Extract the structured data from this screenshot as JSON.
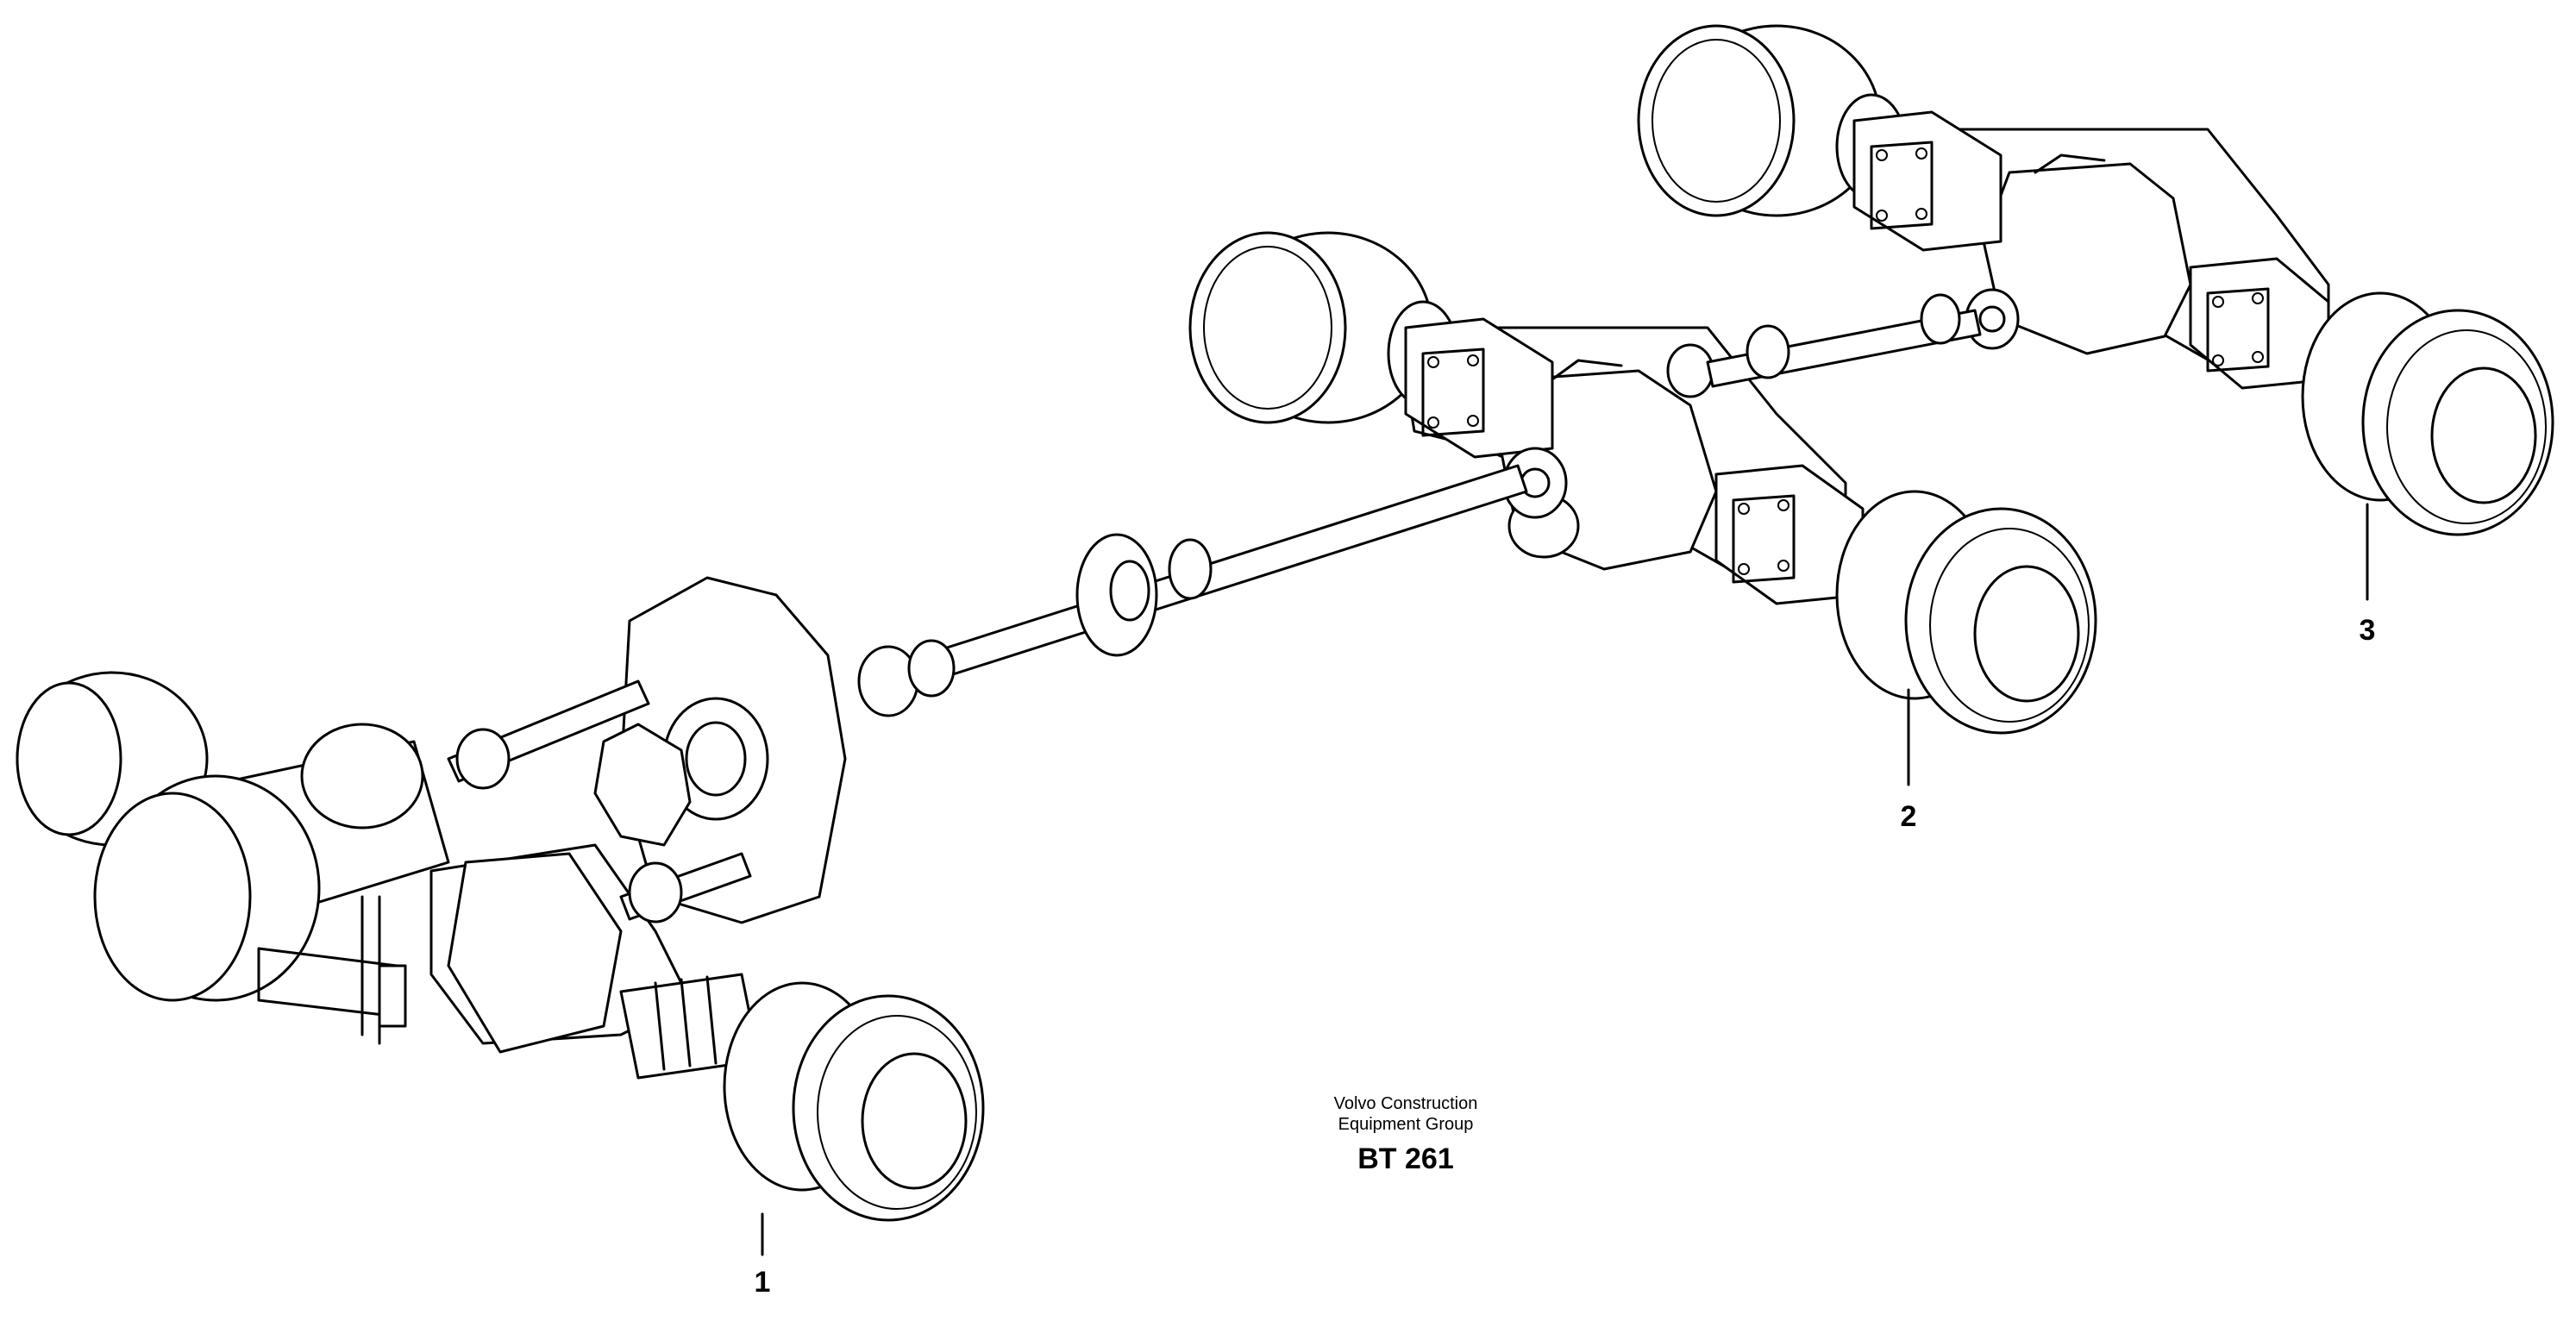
{
  "callouts": [
    {
      "id": "callout-1",
      "label": "1"
    },
    {
      "id": "callout-2",
      "label": "2"
    },
    {
      "id": "callout-3",
      "label": "3"
    }
  ],
  "caption": {
    "line1": "Volvo Construction",
    "line2": "Equipment Group",
    "code": "BT 261"
  }
}
